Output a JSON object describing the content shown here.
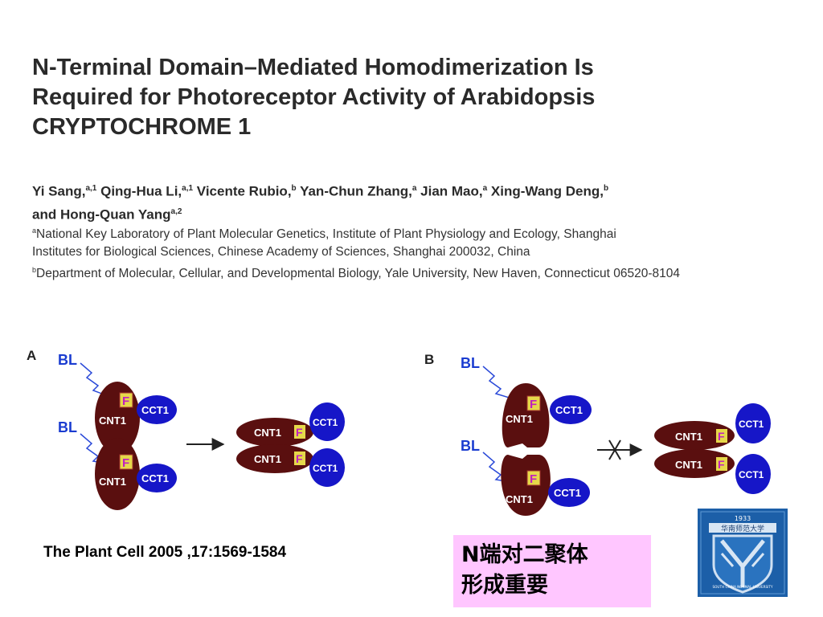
{
  "paper": {
    "title_lines": [
      "N-Terminal Domain–Mediated Homodimerization Is",
      "Required for Photoreceptor Activity of Arabidopsis",
      "CRYPTOCHROME 1"
    ],
    "authors": [
      {
        "name": "Yi Sang,",
        "sup": "a,1"
      },
      {
        "name": "Qing-Hua Li,",
        "sup": "a,1"
      },
      {
        "name": "Vicente Rubio,",
        "sup": "b"
      },
      {
        "name": "Yan-Chun Zhang,",
        "sup": "a"
      },
      {
        "name": "Jian Mao,",
        "sup": "a"
      },
      {
        "name": "Xing-Wang Deng,",
        "sup": "b"
      },
      {
        "name": "and Hong-Quan Yang",
        "sup": "a,2"
      }
    ],
    "affiliations": [
      {
        "sup": "a",
        "text": "National Key Laboratory of Plant Molecular Genetics, Institute of Plant Physiology and Ecology, Shanghai"
      },
      {
        "sup": "",
        "text": "Institutes for Biological Sciences, Chinese Academy of Sciences, Shanghai 200032, China"
      },
      {
        "sup": "b",
        "text": "Department of Molecular, Cellular, and Developmental Biology, Yale University, New Haven, Connecticut 06520-8104"
      }
    ]
  },
  "figure": {
    "panel_a": "A",
    "panel_b": "B",
    "bl_label": "BL",
    "cnt1_label": "CNT1",
    "cct1_label": "CCT1",
    "f_label": "F",
    "colors": {
      "cnt1": "#5a0f0f",
      "cct1": "#1616c8",
      "f_box": "#e6d84a",
      "f_text": "#c020c0",
      "bl_text": "#1a3cd0"
    }
  },
  "citation": "The Plant Cell 2005 ,17:1569-1584",
  "note": {
    "line1": "N端对二聚体",
    "line2": "形成重要"
  },
  "logo": {
    "year": "1933",
    "name_cn": "华南师范大学",
    "name_en": "SOUTH CHINA NORMAL UNIVERSITY"
  }
}
